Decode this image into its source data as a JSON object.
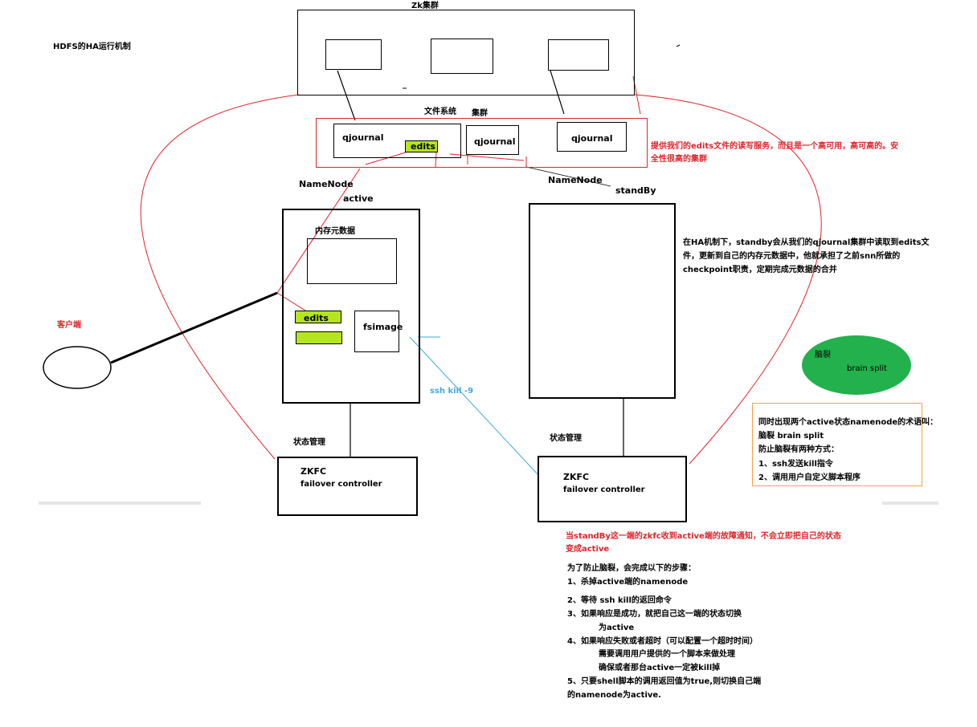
{
  "title": "HDFS的HA运行机制",
  "zk": {
    "title": "Zk集群"
  },
  "fs_cluster": {
    "label1": "文件系统",
    "label2": "集群",
    "qj1": "qjournal",
    "qj2": "qjournal",
    "qj3": "qjournal",
    "edits": "edits"
  },
  "fs_note": [
    "提供我们的edits文件的读写服务，而且是一个高可用，高可高的。安",
    "全性很高的集群"
  ],
  "active_nn": {
    "name": "NameNode",
    "state": "active",
    "mem_label": "内存元数据",
    "edits": "edits",
    "fsimage": "fsimage"
  },
  "standby_nn": {
    "name": "NameNode",
    "state": "standBy"
  },
  "standby_note": [
    "在HA机制下，standby会从我们的qjournal集群中读取到edits文",
    "件，更新到自己的内存元数据中，他就承担了之前snn所做的",
    "checkpoint职责，定期完成元数据的合并"
  ],
  "client": {
    "label": "客户端"
  },
  "ssh_kill": "ssh  kill  -9",
  "zkfc_left": {
    "state_label": "状态管理",
    "name": "ZKFC",
    "desc": "failover controller"
  },
  "zkfc_right": {
    "state_label": "状态管理",
    "name": "ZKFC",
    "desc": "failover controller"
  },
  "brain_split": {
    "cn": "脑裂",
    "en": "brain split"
  },
  "brain_note": [
    "同时出现两个active状态namenode的术语叫：",
    "脑裂 brain split",
    "防止脑裂有两种方式：",
    "1、ssh发送kill指令",
    "2、调用用户自定义脚本程序"
  ],
  "failover_note": [
    "当standBy这一端的zkfc收到active端的故障通知，不会立即把自己的状态",
    "变成active"
  ],
  "steps": [
    "为了防止脑裂，会完成以下的步骤：",
    "1、杀掉active端的namenode",
    "2、等待 ssh kill的返回命令",
    "3、如果响应是成功，就把自己这一端的状态切换",
    "为active",
    "4、如果响应失败或者超时（可以配置一个超时时间）",
    "需要调用用户提供的一个脚本来做处理",
    "确保或者那台active一定被kill掉",
    "5、只要shell脚本的调用返回值为true,则切换自己端",
    "的namenode为active."
  ],
  "colors": {
    "red": "#e0242c",
    "green_fill": "#b5e61d",
    "brain_fill": "#22b14c",
    "blue": "#3fa9e0",
    "orange": "#f5a442"
  }
}
